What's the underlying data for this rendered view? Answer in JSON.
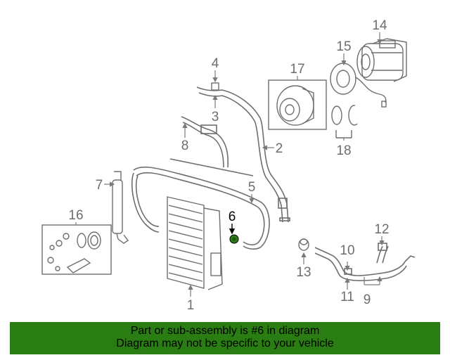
{
  "diagram": {
    "callouts": [
      {
        "id": "1",
        "label": "1"
      },
      {
        "id": "2",
        "label": "2"
      },
      {
        "id": "3",
        "label": "3"
      },
      {
        "id": "4",
        "label": "4"
      },
      {
        "id": "5",
        "label": "5"
      },
      {
        "id": "6",
        "label": "6",
        "highlighted": true
      },
      {
        "id": "7",
        "label": "7"
      },
      {
        "id": "8",
        "label": "8"
      },
      {
        "id": "9",
        "label": "9"
      },
      {
        "id": "10",
        "label": "10"
      },
      {
        "id": "11",
        "label": "11"
      },
      {
        "id": "12",
        "label": "12"
      },
      {
        "id": "13",
        "label": "13"
      },
      {
        "id": "14",
        "label": "14"
      },
      {
        "id": "15",
        "label": "15"
      },
      {
        "id": "16",
        "label": "16"
      },
      {
        "id": "17",
        "label": "17"
      },
      {
        "id": "18",
        "label": "18"
      }
    ],
    "colors": {
      "line": "#7a7a7a",
      "highlight_part": "#2a7d12",
      "banner_bg": "#2a7d12"
    }
  },
  "banner": {
    "line1": "Part or sub-assembly is #6 in diagram",
    "line2": "Diagram may not be specific to your vehicle"
  }
}
